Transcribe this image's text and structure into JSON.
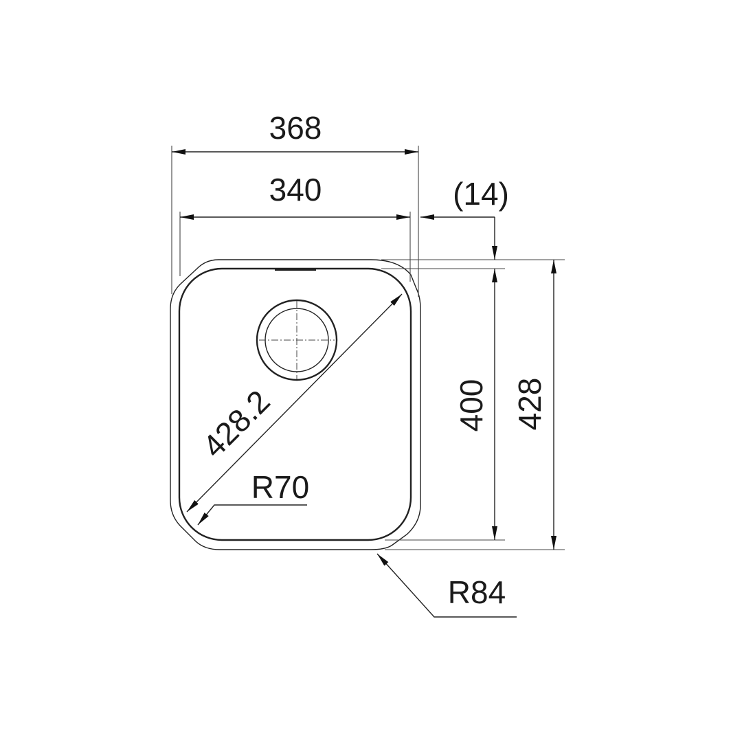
{
  "drawing": {
    "title": "Sink bowl dimension drawing",
    "units": "mm",
    "colors": {
      "line": "#222222",
      "background": "#ffffff"
    },
    "dimensions": {
      "overall_width": "368",
      "inner_width": "340",
      "rim_offset": "(14)",
      "inner_length": "400",
      "overall_length": "428",
      "diagonal": "428.2",
      "inner_radius": "R70",
      "outer_radius": "R84"
    }
  }
}
